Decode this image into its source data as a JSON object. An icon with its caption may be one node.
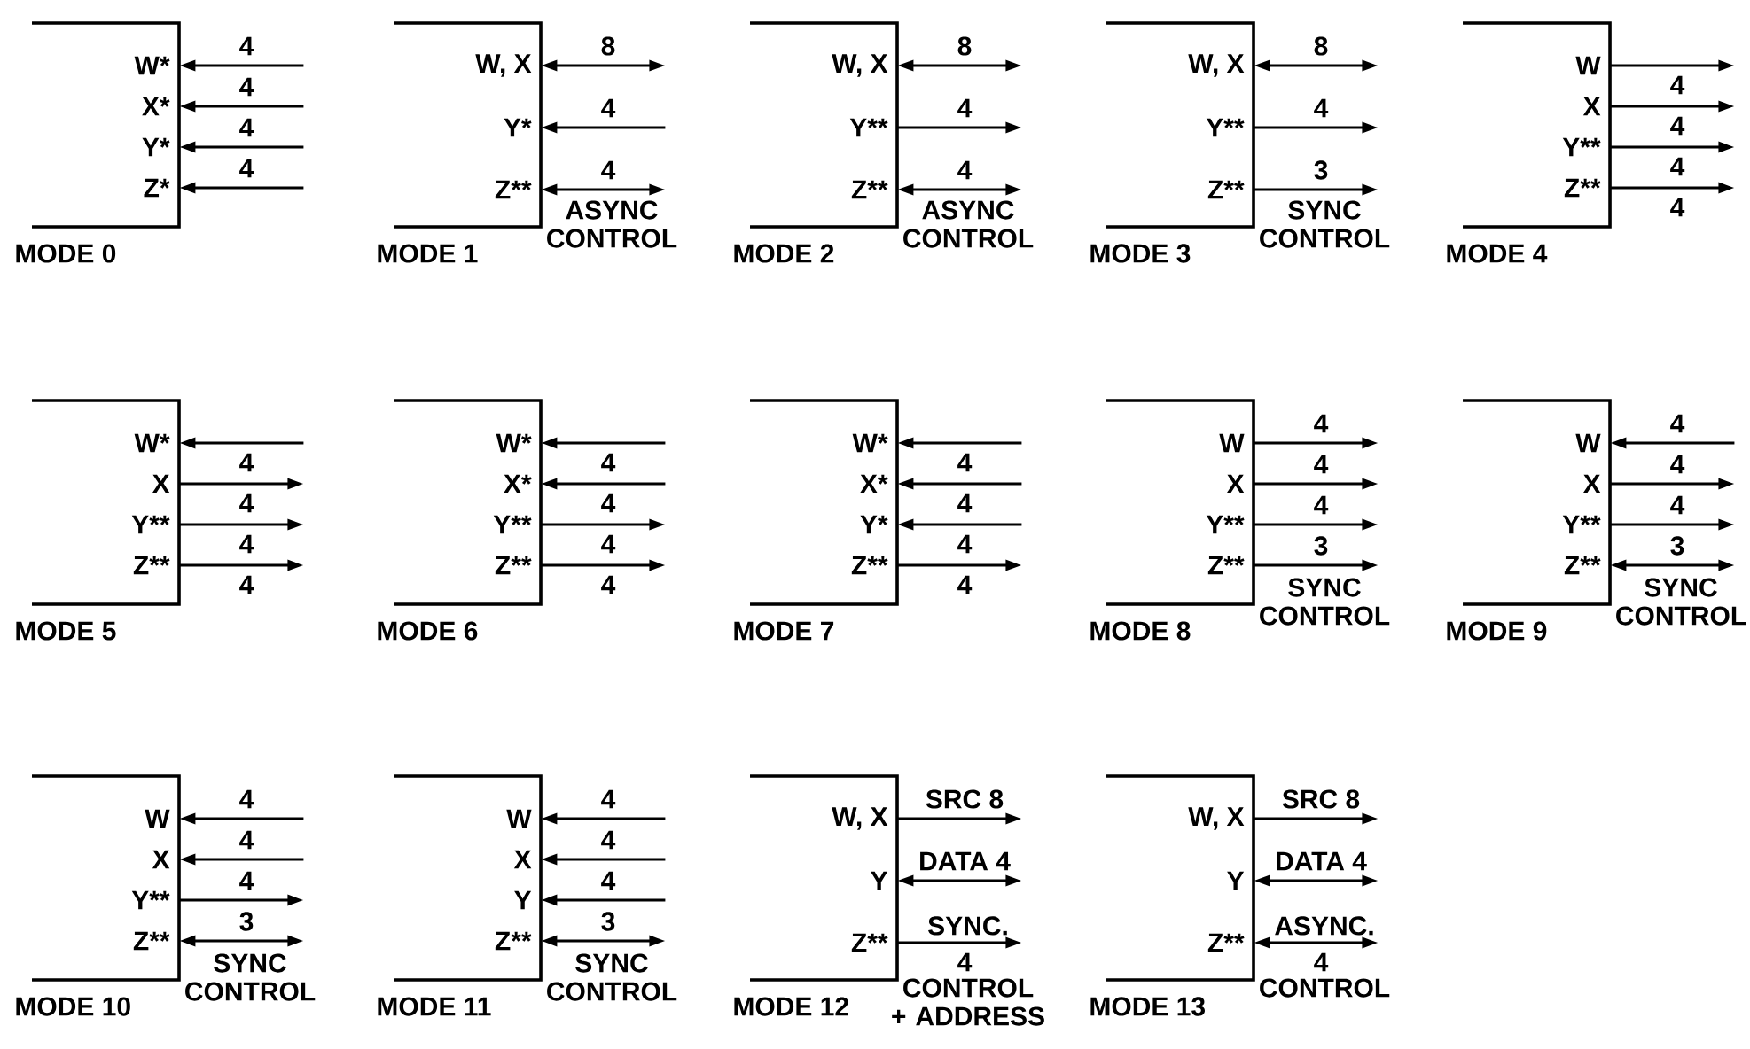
{
  "diagram": {
    "nodes": [
      {
        "text": [
          "MODE 0"
        ]
      },
      {
        "text": [
          "W*"
        ],
        "in": 0
      },
      {
        "text": [
          "X*"
        ],
        "in": 0
      },
      {
        "text": [
          "Y*"
        ],
        "in": 0
      },
      {
        "text": [
          "Z*"
        ],
        "in": 0
      },
      {
        "text": [
          "MODE 1"
        ],
        "beside": [
          "ASYNC CONTROL"
        ]
      },
      {
        "text": [
          "W, X"
        ],
        "in": 5
      },
      {
        "text": [
          "Y*"
        ],
        "in": 5
      },
      {
        "text": [
          "Z**"
        ],
        "in": 5
      },
      {
        "text": [
          "MODE 2"
        ],
        "beside": [
          "ASYNC CONTROL"
        ]
      },
      {
        "text": [
          "W, X"
        ],
        "in": 9
      },
      {
        "text": [
          "Y**"
        ],
        "in": 9
      },
      {
        "text": [
          "Z**"
        ],
        "in": 9
      },
      {
        "text": [
          "MODE 3"
        ],
        "beside": [
          "SYNC CONTROL"
        ]
      },
      {
        "text": [
          "W, X"
        ],
        "in": 13
      },
      {
        "text": [
          "Y**"
        ],
        "in": 13
      },
      {
        "text": [
          "Z**"
        ],
        "in": 13
      },
      {
        "text": [
          "MODE 4"
        ]
      },
      {
        "text": [
          "W"
        ],
        "in": 17
      },
      {
        "text": [
          "X"
        ],
        "in": 17
      },
      {
        "text": [
          "Y**"
        ],
        "in": 17
      },
      {
        "text": [
          "Z**"
        ],
        "in": 17
      },
      {
        "text": [
          "MODE 5"
        ]
      },
      {
        "text": [
          "W*"
        ],
        "in": 22
      },
      {
        "text": [
          "X"
        ],
        "in": 22
      },
      {
        "text": [
          "Y**"
        ],
        "in": 22
      },
      {
        "text": [
          "Z**"
        ],
        "in": 22
      },
      {
        "text": [
          "MODE 6"
        ]
      },
      {
        "text": [
          "W*"
        ],
        "in": 27
      },
      {
        "text": [
          "X*"
        ],
        "in": 27
      },
      {
        "text": [
          "Y**"
        ],
        "in": 27
      },
      {
        "text": [
          "Z**"
        ],
        "in": 27
      },
      {
        "text": [
          "MODE 7"
        ]
      },
      {
        "text": [
          "W*"
        ],
        "in": 32
      },
      {
        "text": [
          "X*"
        ],
        "in": 32
      },
      {
        "text": [
          "Y*"
        ],
        "in": 32
      },
      {
        "text": [
          "Z**"
        ],
        "in": 32
      },
      {
        "text": [
          "MODE 8"
        ],
        "beside": [
          "SYNC CONTROL"
        ]
      },
      {
        "text": [
          "W"
        ],
        "in": 37
      },
      {
        "text": [
          "X"
        ],
        "in": 37
      },
      {
        "text": [
          "Y**"
        ],
        "in": 37
      },
      {
        "text": [
          "Z**"
        ],
        "in": 37
      },
      {
        "text": [
          "MODE 9"
        ],
        "beside": [
          "SYNC CONTROL"
        ]
      },
      {
        "text": [
          "W"
        ],
        "in": 42
      },
      {
        "text": [
          "X"
        ],
        "in": 42
      },
      {
        "text": [
          "Y**"
        ],
        "in": 42
      },
      {
        "text": [
          "Z**"
        ],
        "in": 42
      },
      {
        "text": [
          "MODE 10"
        ],
        "beside": [
          "SYNC CONTROL"
        ]
      },
      {
        "text": [
          "W"
        ],
        "in": 47
      },
      {
        "text": [
          "X"
        ],
        "in": 47
      },
      {
        "text": [
          "Y**"
        ],
        "in": 47
      },
      {
        "text": [
          "Z**"
        ],
        "in": 47
      },
      {
        "text": [
          "MODE 11"
        ],
        "beside": [
          "SYNC CONTROL"
        ]
      },
      {
        "text": [
          "W"
        ],
        "in": 52
      },
      {
        "text": [
          "X"
        ],
        "in": 52
      },
      {
        "text": [
          "Y"
        ],
        "in": 52
      },
      {
        "text": [
          "Z**"
        ],
        "in": 52
      },
      {
        "text": [
          "MODE 12"
        ],
        "beside": [
          "SYNC.",
          "CONTROL + ADDRESS"
        ]
      },
      {
        "text": [
          "W, X"
        ],
        "in": 57
      },
      {
        "text": [
          "Y"
        ],
        "in": 57
      },
      {
        "text": [
          "Z**"
        ],
        "in": 57
      },
      {
        "text": [
          "MODE 13"
        ],
        "beside": [
          "ASYNC.",
          "CONTROL"
        ]
      },
      {
        "text": [
          "W, X"
        ],
        "in": 61
      },
      {
        "text": [
          "Y"
        ],
        "in": 61
      },
      {
        "text": [
          "Z**"
        ],
        "in": 61
      }
    ],
    "edges": [
      {
        "from": null,
        "to": 1,
        "arrow": "to",
        "label": "4"
      },
      {
        "from": null,
        "to": 2,
        "arrow": "to",
        "label": "4"
      },
      {
        "from": null,
        "to": 3,
        "arrow": "to",
        "label": "4"
      },
      {
        "from": null,
        "to": 4,
        "arrow": "to",
        "label": "4"
      },
      {
        "from": 6,
        "to": null,
        "arrow": "both",
        "label": "8"
      },
      {
        "from": null,
        "to": 7,
        "arrow": "to",
        "label": "4"
      },
      {
        "from": 8,
        "to": null,
        "arrow": "both",
        "label": "4"
      },
      {
        "from": 10,
        "to": null,
        "arrow": "both",
        "label": "8"
      },
      {
        "from": 11,
        "to": null,
        "arrow": "to",
        "label": "4"
      },
      {
        "from": 12,
        "to": null,
        "arrow": "both",
        "label": "4"
      },
      {
        "from": 14,
        "to": null,
        "arrow": "both",
        "label": "8"
      },
      {
        "from": 15,
        "to": null,
        "arrow": "to",
        "label": "4"
      },
      {
        "from": 16,
        "to": null,
        "arrow": "to",
        "label": "3"
      },
      {
        "from": 18,
        "to": null,
        "arrow": "to",
        "label": "4"
      },
      {
        "from": 19,
        "to": null,
        "arrow": "to",
        "label": "4"
      },
      {
        "from": 20,
        "to": null,
        "arrow": "to",
        "label": "4"
      },
      {
        "from": 21,
        "to": null,
        "arrow": "to",
        "label": "4"
      },
      {
        "from": null,
        "to": 23,
        "arrow": "to",
        "label": "4"
      },
      {
        "from": 24,
        "to": null,
        "arrow": "to",
        "label": "4"
      },
      {
        "from": 25,
        "to": null,
        "arrow": "to",
        "label": "4"
      },
      {
        "from": 26,
        "to": null,
        "arrow": "to",
        "label": "4"
      },
      {
        "from": null,
        "to": 28,
        "arrow": "to",
        "label": "4"
      },
      {
        "from": null,
        "to": 29,
        "arrow": "to",
        "label": "4"
      },
      {
        "from": 30,
        "to": null,
        "arrow": "to",
        "label": "4"
      },
      {
        "from": 31,
        "to": null,
        "arrow": "to",
        "label": "4"
      },
      {
        "from": null,
        "to": 33,
        "arrow": "to",
        "label": "4"
      },
      {
        "from": null,
        "to": 34,
        "arrow": "to",
        "label": "4"
      },
      {
        "from": null,
        "to": 35,
        "arrow": "to",
        "label": "4"
      },
      {
        "from": 36,
        "to": null,
        "arrow": "to",
        "label": "4"
      },
      {
        "from": 38,
        "to": null,
        "arrow": "to",
        "label": "4"
      },
      {
        "from": 39,
        "to": null,
        "arrow": "to",
        "label": "4"
      },
      {
        "from": 40,
        "to": null,
        "arrow": "to",
        "label": "4"
      },
      {
        "from": 41,
        "to": null,
        "arrow": "to",
        "label": "3"
      },
      {
        "from": null,
        "to": 43,
        "arrow": "to",
        "label": "4"
      },
      {
        "from": 44,
        "to": null,
        "arrow": "to",
        "label": "4"
      },
      {
        "from": 45,
        "to": null,
        "arrow": "to",
        "label": "4"
      },
      {
        "from": 46,
        "to": null,
        "arrow": "both",
        "label": "3"
      },
      {
        "from": null,
        "to": 48,
        "arrow": "to",
        "label": "4"
      },
      {
        "from": null,
        "to": 49,
        "arrow": "to",
        "label": "4"
      },
      {
        "from": 50,
        "to": null,
        "arrow": "to",
        "label": "4"
      },
      {
        "from": 51,
        "to": null,
        "arrow": "both",
        "label": "3"
      },
      {
        "from": null,
        "to": 53,
        "arrow": "to",
        "label": "4"
      },
      {
        "from": null,
        "to": 54,
        "arrow": "to",
        "label": "4"
      },
      {
        "from": null,
        "to": 55,
        "arrow": "to",
        "label": "4"
      },
      {
        "from": 56,
        "to": null,
        "arrow": "both",
        "label": "3"
      },
      {
        "from": 58,
        "to": null,
        "arrow": "to",
        "label": "SRC 8"
      },
      {
        "from": 59,
        "to": null,
        "arrow": "both",
        "label": "DATA 4"
      },
      {
        "from": 60,
        "to": null,
        "arrow": "to",
        "label": "4"
      },
      {
        "from": 62,
        "to": null,
        "arrow": "to",
        "label": "SRC 8"
      },
      {
        "from": 63,
        "to": null,
        "arrow": "both",
        "label": "DATA 4"
      },
      {
        "from": 64,
        "to": null,
        "arrow": "both",
        "label": "4"
      }
    ]
  }
}
